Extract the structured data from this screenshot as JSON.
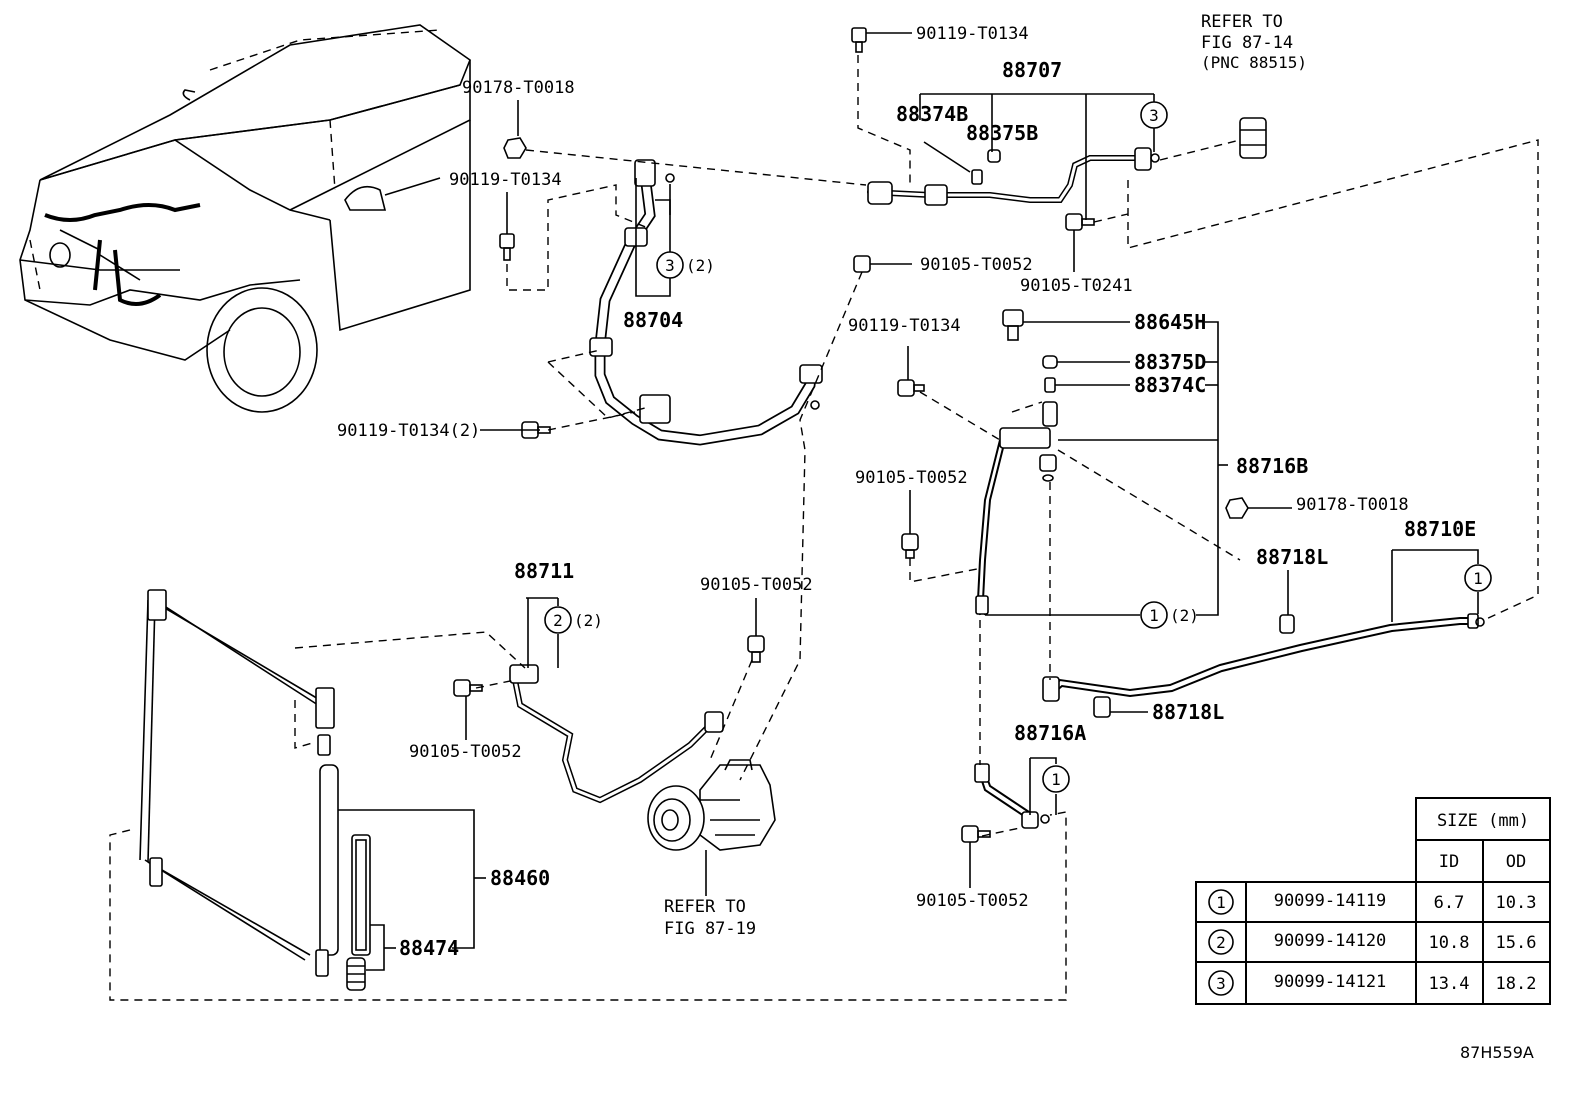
{
  "diagram": {
    "figure_id": "87H559A",
    "labels": {
      "l_90119_top": "90119-T0134",
      "l_88707": "88707",
      "l_refer_top_1": "REFER TO",
      "l_refer_top_2": "FIG 87-14",
      "l_refer_top_3": "(PNC 88515)",
      "l_90178_top": "90178-T0018",
      "l_88374B": "88374B",
      "l_88375B": "88375B",
      "l_90119_left": "90119-T0134",
      "l_90105_mid": "90105-T0052",
      "l_90105_T0241": "90105-T0241",
      "l_88704": "88704",
      "l_90119_mid": "90119-T0134",
      "l_88645H": "88645H",
      "l_88375D": "88375D",
      "l_88374C": "88374C",
      "l_90119_bottom": "90119-T0134(2)",
      "l_88716B": "88716B",
      "l_90105_right": "90105-T0052",
      "l_90178_right": "90178-T0018",
      "l_88710E": "88710E",
      "l_88718L_top": "88718L",
      "l_88711": "88711",
      "l_90105_comp": "90105-T0052",
      "l_90105_cond": "90105-T0052",
      "l_88718L_bottom": "88718L",
      "l_88716A": "88716A",
      "l_88460": "88460",
      "l_refer_comp_1": "REFER TO",
      "l_refer_comp_2": "FIG 87-19",
      "l_88474": "88474",
      "l_90105_low": "90105-T0052",
      "q_3_2": "(2)",
      "q_2_2": "(2)",
      "q_1_2": "(2)"
    },
    "callouts": {
      "c1": "1",
      "c2": "2",
      "c3": "3"
    },
    "size_table": {
      "header": "SIZE (mm)",
      "col_id": "ID",
      "col_od": "OD",
      "rows": [
        {
          "ref": "1",
          "part": "90099-14119",
          "id": "6.7",
          "od": "10.3"
        },
        {
          "ref": "2",
          "part": "90099-14120",
          "id": "10.8",
          "od": "15.6"
        },
        {
          "ref": "3",
          "part": "90099-14121",
          "id": "13.4",
          "od": "18.2"
        }
      ]
    }
  }
}
